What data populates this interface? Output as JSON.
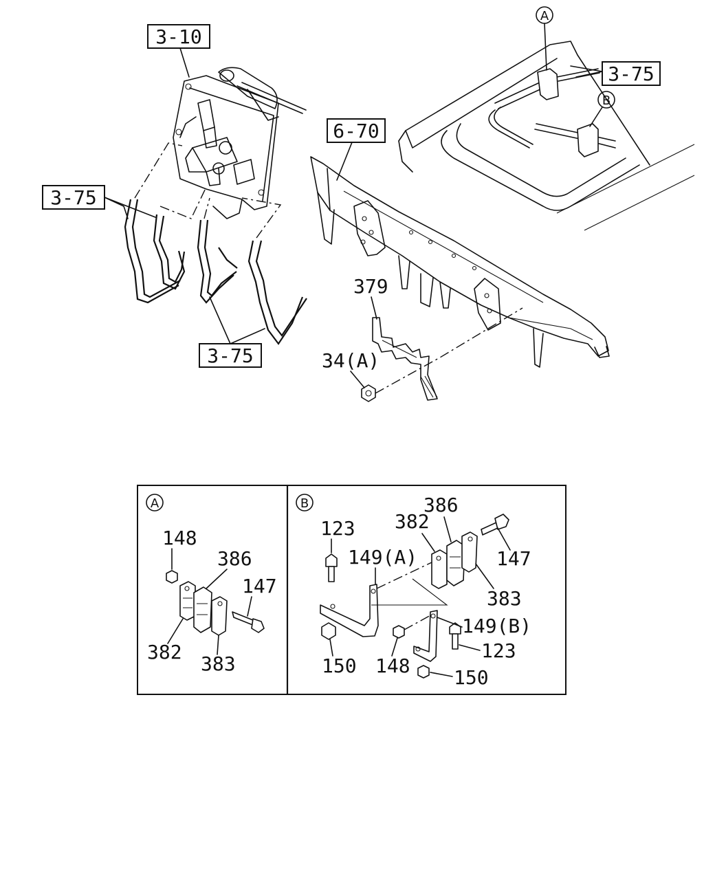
{
  "callouts": {
    "ref_3_10": "3-10",
    "ref_6_70": "6-70",
    "ref_3_75_left": "3-75",
    "ref_3_75_bottom": "3-75",
    "ref_3_75_right": "3-75",
    "circle_a_top": "A",
    "circle_b_top": "B"
  },
  "main_parts": {
    "p379": "379",
    "p34a": "34(A)"
  },
  "detail_a": {
    "marker": "A",
    "p148": "148",
    "p386": "386",
    "p147": "147",
    "p382": "382",
    "p383": "383"
  },
  "detail_b": {
    "marker": "B",
    "p123_top": "123",
    "p382": "382",
    "p386": "386",
    "p147": "147",
    "p149a": "149(A)",
    "p383": "383",
    "p149b": "149(B)",
    "p123_bottom": "123",
    "p150_left": "150",
    "p148": "148",
    "p150_right": "150"
  }
}
